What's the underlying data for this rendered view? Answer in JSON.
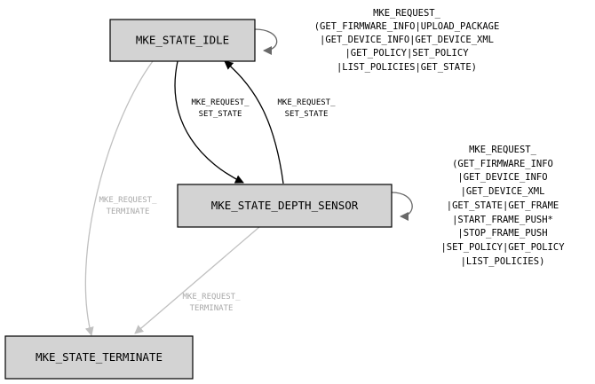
{
  "nodes": {
    "idle": "MKE_STATE_IDLE",
    "depth": "MKE_STATE_DEPTH_SENSOR",
    "terminate": "MKE_STATE_TERMINATE"
  },
  "edges": {
    "idle_self": {
      "label": [
        "MKE_REQUEST_",
        "(GET_FIRMWARE_INFO|UPLOAD_PACKAGE",
        "|GET_DEVICE_INFO|GET_DEVICE_XML",
        "|GET_POLICY|SET_POLICY",
        "|LIST_POLICIES|GET_STATE)"
      ]
    },
    "idle_to_depth": {
      "label": [
        "MKE_REQUEST_",
        "SET_STATE"
      ]
    },
    "depth_to_idle": {
      "label": [
        "MKE_REQUEST_",
        "SET_STATE"
      ]
    },
    "idle_to_terminate": {
      "label": [
        "MKE_REQUEST_",
        "TERMINATE"
      ]
    },
    "depth_to_terminate": {
      "label": [
        "MKE_REQUEST_",
        "TERMINATE"
      ]
    },
    "depth_self": {
      "label": [
        "MKE_REQUEST_",
        "(GET_FIRMWARE_INFO",
        "|GET_DEVICE_INFO",
        "|GET_DEVICE_XML",
        "|GET_STATE|GET_FRAME",
        "|START_FRAME_PUSH*",
        "|STOP_FRAME_PUSH",
        "|SET_POLICY|GET_POLICY",
        "|LIST_POLICIES)"
      ]
    }
  },
  "colors": {
    "node_fill": "#d3d3d3",
    "active_edge": "#000000",
    "self_edge": "#696969",
    "terminate_edge": "#c0c0c0",
    "terminate_label": "#a9a9a9"
  }
}
